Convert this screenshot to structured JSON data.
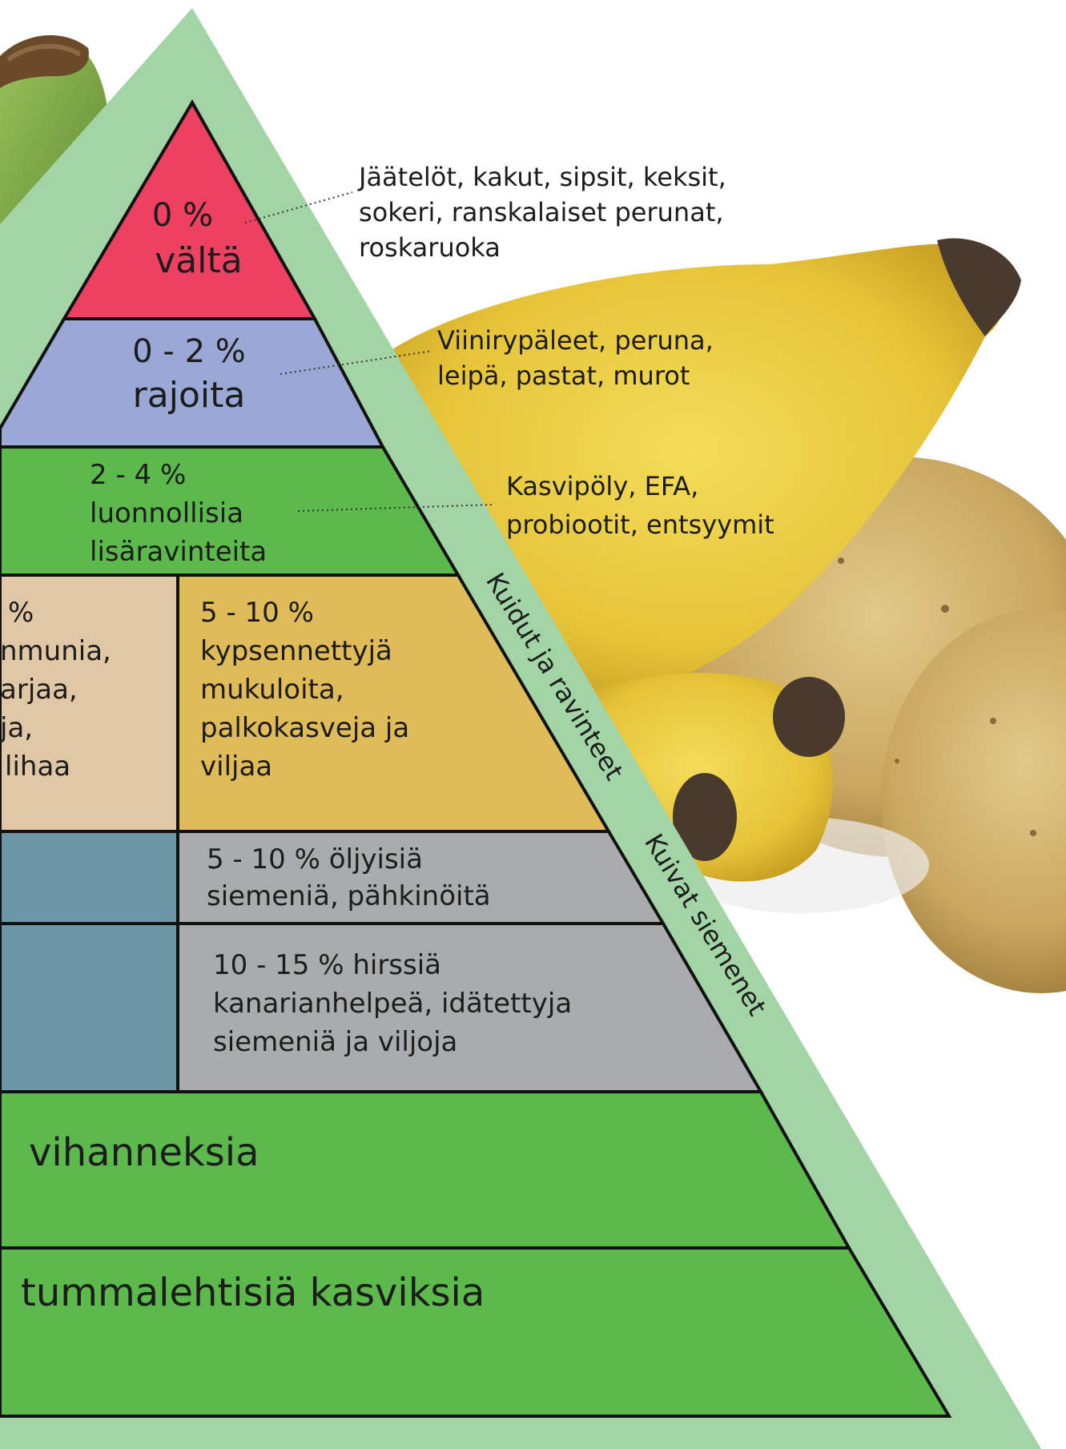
{
  "pyramid": {
    "top": {
      "line1": "0 %",
      "line2": "vältä"
    },
    "limit": {
      "line1": "0 - 2 %",
      "line2": "rajoita"
    },
    "supplements": {
      "line1": "2 - 4 %",
      "line2": "luonnollisia",
      "line3": "lisäravinteita"
    },
    "left_middle": {
      "line1": "%",
      "line2": "nmunia,",
      "line3": "arjaa,",
      "line4": "ja,",
      "line5": "lihaa"
    },
    "tubers": {
      "line1": "5 - 10 %",
      "line2": "kypsennettyjä",
      "line3": "mukuloita,",
      "line4": "palkokasveja ja",
      "line5": "viljaa"
    },
    "oily_seeds": {
      "line1": "5 - 10 % öljyisiä",
      "line2": "siemeniä, pähkinöitä"
    },
    "millet": {
      "line1": "10 - 15 % hirssiä",
      "line2": "kanarianhelpeä, idätettyja",
      "line3": "siemeniä ja viljoja"
    },
    "vegetables": "vihanneksia",
    "leafy": "tummalehtisiä kasviksia"
  },
  "callouts": {
    "avoid": {
      "line1": "Jäätelöt, kakut, sipsit, keksit,",
      "line2": "sokeri, ranskalaiset perunat,",
      "line3": "roskaruoka"
    },
    "limit": {
      "line1": "Viinirypäleet, peruna,",
      "line2": "leipä, pastat, murot"
    },
    "supplements": {
      "line1": "Kasvipöly, EFA,",
      "line2": "probiootit, entsyymit"
    }
  },
  "side_labels": {
    "fibers": "Kuidut ja ravinteet",
    "dry_seeds": "Kuivat siemenet"
  },
  "colors": {
    "frame": "#a2d4a6",
    "avoid": "#ee4060",
    "limit": "#9aa8d6",
    "supplements": "#5cb94c",
    "protein": "#e0c7a6",
    "tubers": "#dfbc59",
    "seed_left": "#6d97a7",
    "seeds_grey": "#a9abad",
    "vegetables": "#5cb94c",
    "leafy": "#5cb94c"
  }
}
